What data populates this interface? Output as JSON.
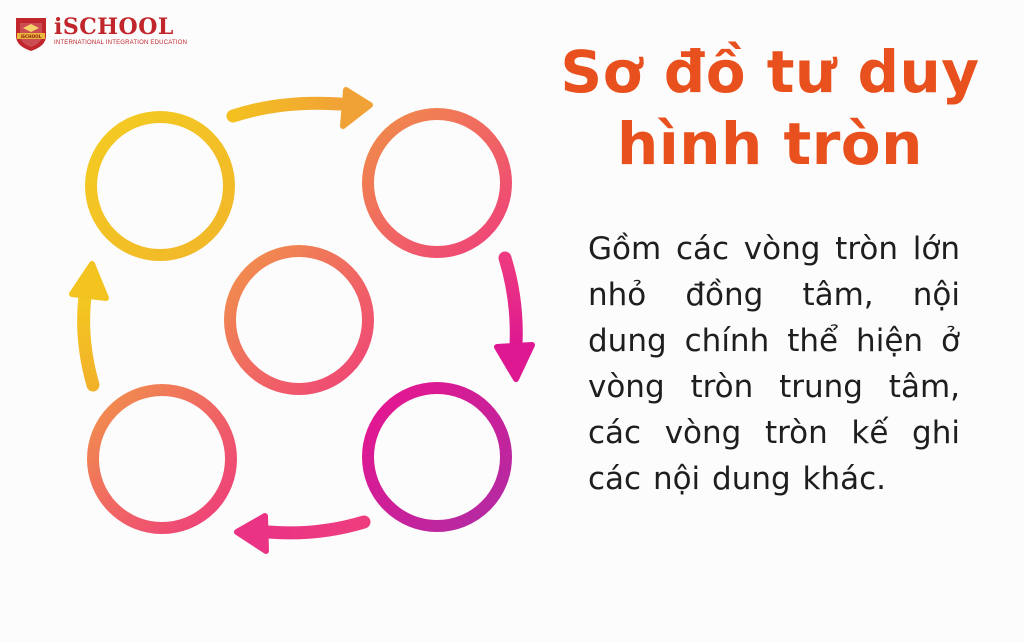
{
  "logo": {
    "brand": "iSCHOOL",
    "tagline": "INTERNATIONAL INTEGRATION EDUCATION",
    "emblem_text": "iSCHOOL"
  },
  "title": "Sơ đồ tư duy hình tròn",
  "description": "Gồm các vòng tròn lớn nhỏ đồng tâm, nội dung chính thể hiện ở vòng tròn trung tâm, các vòng tròn kế ghi các nội dung khác.",
  "colors": {
    "title": "#e8501d",
    "yellow": "#f2c21f",
    "orange": "#f08a4b",
    "pink": "#ef3f7b",
    "magenta": "#e0198f",
    "purple": "#b62aa0",
    "brand_red": "#c0262b"
  }
}
